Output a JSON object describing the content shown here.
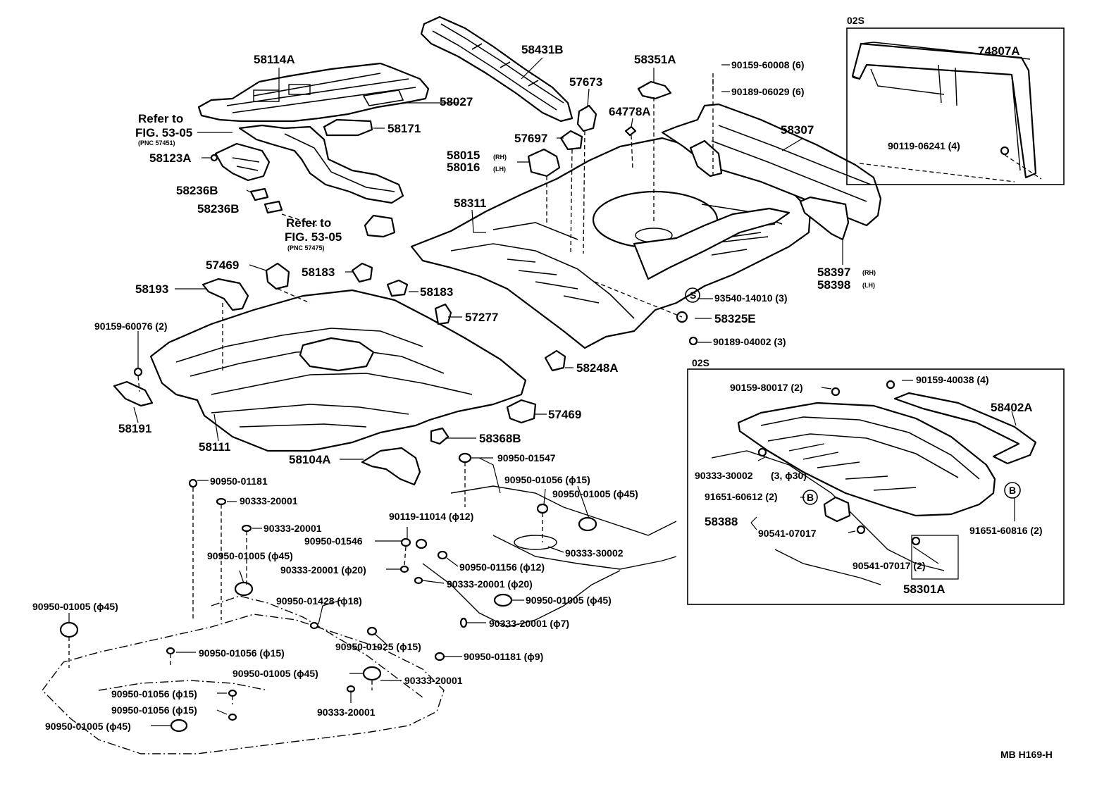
{
  "diagram": {
    "footer_code": "MB  H169-H",
    "inset_top": {
      "title": "02S",
      "labels": [
        "74807A",
        "90119-06241 (4)"
      ]
    },
    "inset_bottom": {
      "title": "02S",
      "labels": [
        "90159-80017 (2)",
        "90159-40038 (4)",
        "58402A",
        "90333-30002",
        "(3, ϕ30)",
        "91651-60612 (2)",
        "58388",
        "90541-07017",
        "90541-07017 (2)",
        "91651-60816 (2)",
        "58301A"
      ],
      "markers": [
        "B",
        "B"
      ]
    },
    "references": [
      {
        "line1": "Refer to",
        "line2": "FIG. 53-05",
        "pnc": "(PNC 57451)"
      },
      {
        "line1": "Refer to",
        "line2": "FIG. 53-05",
        "pnc": "(PNC 57475)"
      }
    ],
    "part_labels": [
      "58114A",
      "58431B",
      "57673",
      "58351A",
      "90159-60008 (6)",
      "90189-06029 (6)",
      "58027",
      "58171",
      "64778A",
      "58307",
      "57697",
      "58015",
      "(RH)",
      "58016",
      "(LH)",
      "58123A",
      "58236B",
      "58236B",
      "58311",
      "58397",
      "(RH)",
      "58398",
      "(LH)",
      "57469",
      "58183",
      "58183",
      "58193",
      "93540-14010 (3)",
      "58325E",
      "90189-04002 (3)",
      "57277",
      "90159-60076 (2)",
      "58248A",
      "57469",
      "58191",
      "58111",
      "58368B",
      "58104A"
    ],
    "marker_s": "S",
    "plug_labels": [
      "90950-01547",
      "90950-01181",
      "90950-01056 (ϕ15)",
      "90333-20001",
      "90950-01005 (ϕ45)",
      "90333-20001",
      "90119-11014 (ϕ12)",
      "90950-01546",
      "90333-30002",
      "90950-01005 (ϕ45)",
      "90333-20001 (ϕ20)",
      "90950-01156 (ϕ12)",
      "90333-20001 (ϕ20)",
      "90950-01005 (ϕ45)",
      "90950-01428 (ϕ18)",
      "90333-20001 (ϕ7)",
      "90950-01005 (ϕ45)",
      "90950-01025 (ϕ15)",
      "90950-01056 (ϕ15)",
      "90950-01181 (ϕ9)",
      "90950-01005 (ϕ45)",
      "90333-20001",
      "90950-01056 (ϕ15)",
      "90950-01056 (ϕ15)",
      "90333-20001",
      "90950-01005 (ϕ45)"
    ]
  }
}
